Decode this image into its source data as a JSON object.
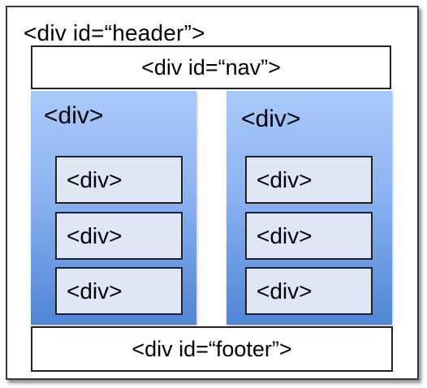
{
  "header": {
    "label": "<div id=“header”>"
  },
  "nav": {
    "label": "<div id=“nav”>"
  },
  "columns": [
    {
      "label": "<div>",
      "boxes": [
        "<div>",
        "<div>",
        "<div>"
      ]
    },
    {
      "label": "<div>",
      "boxes": [
        "<div>",
        "<div>",
        "<div>"
      ]
    }
  ],
  "footer": {
    "label": "<div id=“footer”>"
  },
  "colors": {
    "column_top": "#a9c9fa",
    "column_bottom": "#4f86d6",
    "inner_box": "#dee7f3",
    "border": "#222222"
  }
}
